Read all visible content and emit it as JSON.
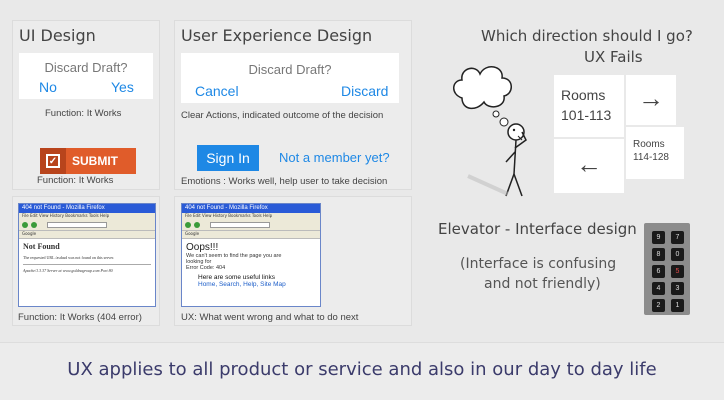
{
  "ui_design": {
    "title": "UI Design",
    "dialog": {
      "question": "Discard Draft?",
      "no": "No",
      "yes": "Yes"
    },
    "dialog_caption": "Function: It Works",
    "submit": {
      "label": "SUBMIT",
      "icon": "checkbox-icon",
      "color": "#e05c2a"
    },
    "submit_caption": "Function: It Works"
  },
  "ux_design": {
    "title": "User Experience Design",
    "dialog": {
      "question": "Discard Draft?",
      "cancel": "Cancel",
      "discard": "Discard"
    },
    "dialog_caption": "Clear Actions, indicated outcome of the decision",
    "sign_in": "Sign In",
    "member": "Not a member yet?",
    "signin_caption": "Emotions : Works well, help user to take decision"
  },
  "browser_ui": {
    "window_title": "404 not Found - Mozilla Firefox",
    "heading": "Not Found",
    "body": "The requested URL /asdasd was not found on this server.",
    "footer": "Apache/1.3.37 Server at www.goldnagroup.com Port 80",
    "caption": "Function: It Works (404 error)"
  },
  "browser_ux": {
    "window_title": "404 not Found - Mozilla Firefox",
    "oops": "Oops!!!",
    "line1": "We can't seem to find the page you are",
    "line2": "looking for",
    "code": "Error Code: 404",
    "links_heading": "Here are some useful links",
    "links": "Home, Search, Help, Site Map",
    "caption": "UX: What went wrong and what to do next"
  },
  "ux_fails": {
    "question": "Which direction should I go?",
    "title": "UX Fails",
    "rooms_a": "Rooms",
    "rooms_a_range": "101-113",
    "rooms_b": "Rooms",
    "rooms_b_range": "114-128",
    "arrow_right": "→",
    "arrow_left": "←"
  },
  "elevator": {
    "title": "Elevator - Interface design",
    "note_line1": "(Interface is confusing",
    "note_line2": "and not friendly)",
    "buttons": [
      "7",
      "8",
      "5",
      "6",
      "3",
      "4",
      "1",
      "2",
      "0",
      "9"
    ]
  },
  "banner": "UX applies to all product or service and also in our day to day life"
}
